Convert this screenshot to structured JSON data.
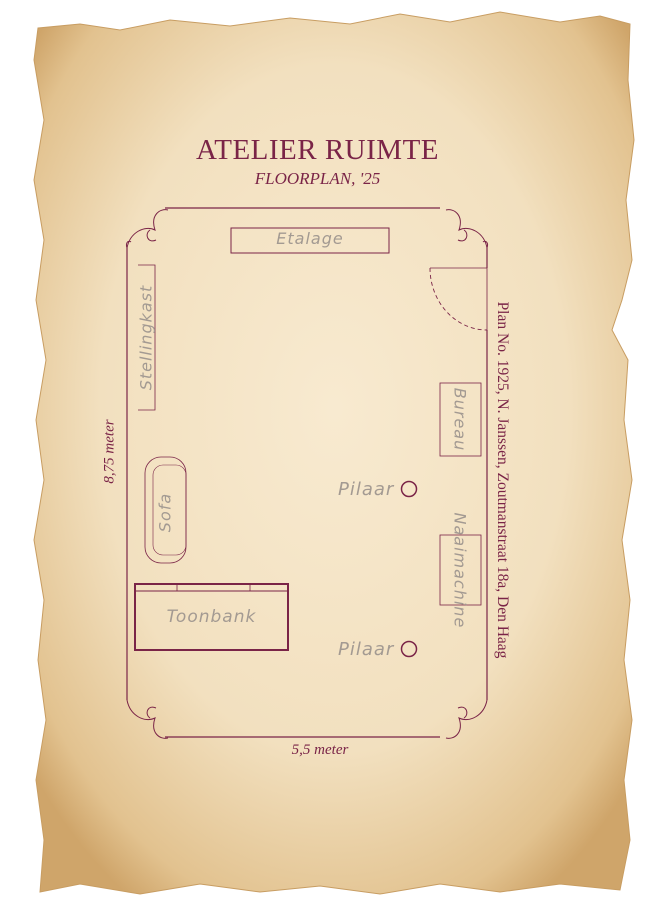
{
  "title": "ATELIER RUIMTE",
  "subtitle": "FLOORPLAN, '25",
  "plan_note": "Plan No. 1925, N. Janssen, Zoutmanstraat 18a, Den Haag",
  "dimensions": {
    "height": "8,75 meter",
    "width": "5,5 meter"
  },
  "furniture": {
    "etalage": "Etalage",
    "stellingkast": "Stellingkast",
    "bureau": "Bureau",
    "sofa": "Sofa",
    "naaimachine": "Naaimachine",
    "toonbank": "Toonbank",
    "pilaar_1": "Pilaar",
    "pilaar_2": "Pilaar"
  },
  "colors": {
    "ink": "#7a2447",
    "paper": "#f4e4c6",
    "paper_edge": "#d8b47f",
    "label": "#a39a92"
  }
}
